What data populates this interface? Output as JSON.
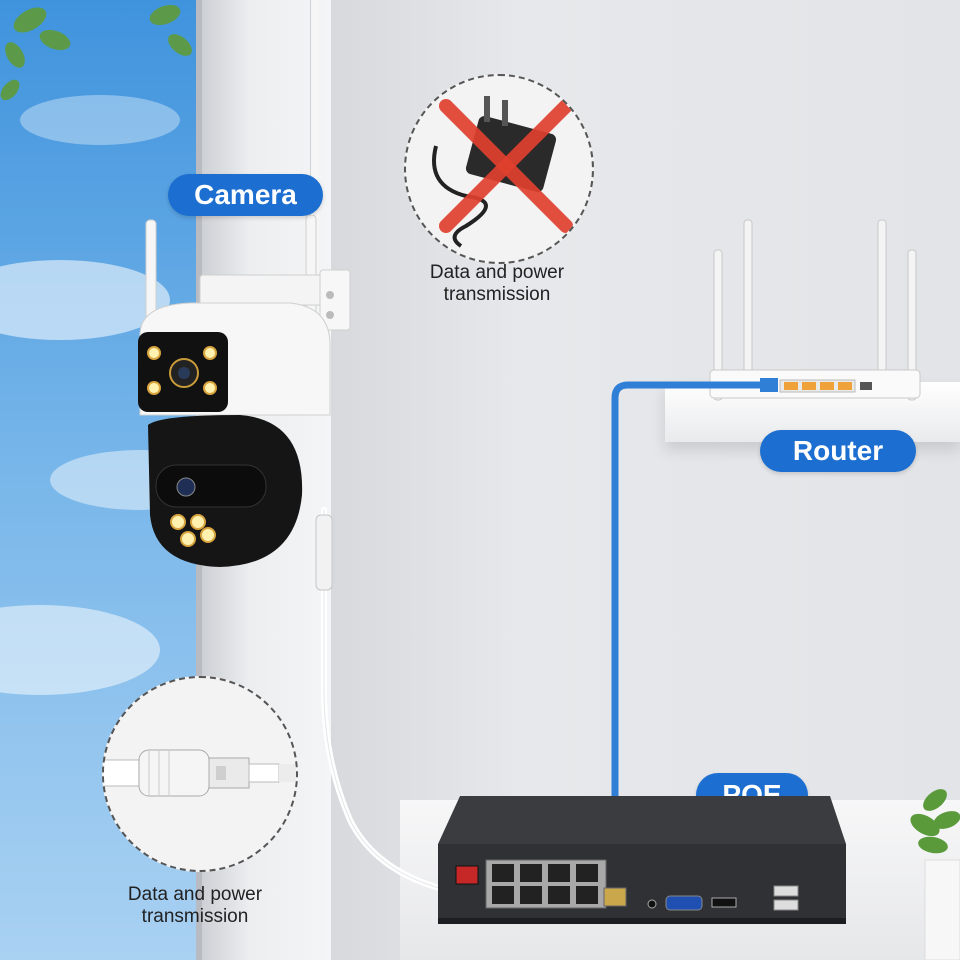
{
  "labels": {
    "camera": "Camera",
    "router": "Router",
    "poe": "POE"
  },
  "captions": {
    "top": [
      "Data and power",
      "transmission"
    ],
    "bottom": [
      "Data and power",
      "transmission"
    ]
  },
  "colors": {
    "label_bg": "#1c6fd1",
    "cable_blue": "#2f7fd6",
    "cable_white": "#ffffff",
    "sky": "#5aa6e6",
    "wall": "#e6e8eb"
  },
  "icons": {
    "adapter": "power-adapter-icon",
    "no": "red-cross-icon",
    "connector": "waterproof-connector-icon"
  }
}
